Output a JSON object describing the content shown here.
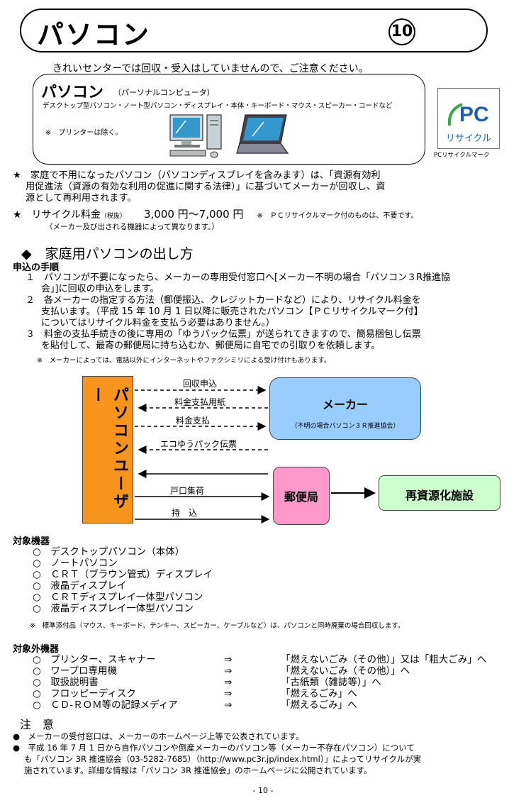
{
  "title": {
    "text": "パソコン",
    "number": "10"
  },
  "notice": "きれいセンターでは回収・受入はしていませんので、ご注意ください。",
  "pc_box": {
    "heading": "パソコン",
    "heading_sub": "（パーソナルコンピュータ）",
    "types": "デスクトップ型パソコン・ノート型パソコン・ディスプレイ・本体・キーボード・マウス・スピーカー・コードなど",
    "exclusion": "※　プリンターは除く。"
  },
  "pc_mark": {
    "letters": "PC",
    "label": "リサイクル",
    "caption": "PCリサイクルマーク"
  },
  "intro": {
    "star1_lines": [
      "★　家庭で不用になったパソコン（パソコンディスプレイを含みます）は、「資源有効利",
      "用促進法（資源の有効な利用の促進に関する法律）」に基づいてメーカーが回収し、資",
      "源として再利用されます。"
    ],
    "fee_label": "★　リサイクル料金",
    "fee_tax": "（税抜）",
    "fee_range": "3,000 円～7,000 円",
    "fee_note": "※　ＰＣリサイクルマーク付のものは、不要です。",
    "fee_sub": "（メーカー及び出される機器によって異なります。）"
  },
  "section": {
    "title": "◆　家庭用パソコンの出し方",
    "procedure_header": "申込の手順"
  },
  "steps": [
    [
      "１　パソコンが不要になったら、メーカーの専用受付窓口へ[メーカー不明の場合「パソコン３R推進協",
      "会」]に回収の申込をします。"
    ],
    [
      "２　各メーカーの指定する方法（郵便振込、クレジットカードなど）により、リサイクル料金を",
      "支払います。（平成 15 年 10 月 1 日以降に販売されたパソコン【ＰＣリサイクルマーク付】",
      "についてはリサイクル料金を支払う必要はありません。）"
    ],
    [
      "３　料金の支払手続きの後に専用の「ゆうパック伝票」が送られてきますので、簡易梱包し伝票",
      "を貼付して、最寄の郵便局に持ち込むか、郵便局に自宅での引取りを依頼します。"
    ]
  ],
  "steps_note": "※　メーカーによっては、電話以外にインターネットやファクシミリによる受け付けもあります。",
  "diagram": {
    "user": "パソコンユーザー",
    "maker": "メーカー",
    "maker_sub": "（不明の場合パソコン３Ｒ推進協会）",
    "post": "郵便局",
    "recycle": "再資源化施設",
    "arrows": {
      "a1": "回収申込",
      "a2": "料金支払用紙",
      "a3": "料金支払",
      "a4": "エコゆうパック伝票",
      "a5": "戸口集荷",
      "a6": "持　込"
    },
    "colors": {
      "user": "#f7941d",
      "maker": "#99ccff",
      "post": "#ff99cc",
      "recycle": "#ccffcc"
    }
  },
  "target": {
    "header": "対象機器",
    "items": [
      "○　デスクトップパソコン（本体）",
      "○　ノートパソコン",
      "○　ＣＲＴ（ブラウン管式）ディスプレイ",
      "○　液晶ディスプレイ",
      "○　ＣＲＴディスプレイ一体型パソコン",
      "○　液晶ディスプレイ一体型パソコン"
    ],
    "note": "※　標準添付品（マウス、キーボード、テンキー、スピーカー、ケーブルなど）は、パソコンと同時廃棄の場合回収します。"
  },
  "non_target": {
    "header": "対象外機器",
    "rows": [
      {
        "item": "○　プリンター、スキャナー",
        "arrow": "⇒",
        "dest": "「燃えないごみ（その他）」又は「粗大ごみ」へ"
      },
      {
        "item": "○　ワープロ専用機",
        "arrow": "⇒",
        "dest": "「燃えないごみ（その他）」へ"
      },
      {
        "item": "○　取扱説明書",
        "arrow": "⇒",
        "dest": "「古紙類（雑誌等）」へ"
      },
      {
        "item": "○　フロッピーディスク",
        "arrow": "⇒",
        "dest": "「燃えるごみ」へ"
      },
      {
        "item": "○　ＣＤ‐ＲＯＭ等の記録メディア",
        "arrow": "⇒",
        "dest": "「燃えるごみ」へ"
      }
    ]
  },
  "caution": {
    "header": "注　意",
    "items": [
      [
        "●　メーカーの受付窓口は、メーカーのホームページ上等で公表されています。"
      ],
      [
        "●　平成 16 年 7 月 1 日から自作パソコンや倒産メーカーのパソコン等（メーカー不存在パソコン）について",
        "も「パソコン 3R 推進協会（03-5282-7685）（http://www.pc3r.jp/index.html）」によってリサイクルが実",
        "施されています。詳細な情報は「パソコン 3R 推進協会」のホームページに公開されています。"
      ]
    ]
  },
  "page_number": "- 10 -"
}
